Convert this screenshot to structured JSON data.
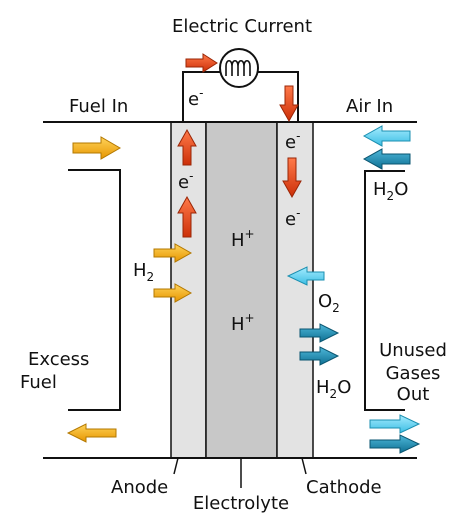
{
  "labels": {
    "electric_current": "Electric Current",
    "fuel_in": "Fuel In",
    "air_in": "Air In",
    "excess_fuel_1": "Excess",
    "excess_fuel_2": "Fuel",
    "unused_gases_1": "Unused",
    "unused_gases_2": "Gases",
    "unused_gases_3": "Out",
    "anode": "Anode",
    "electrolyte": "Electrolyte",
    "cathode": "Cathode"
  },
  "species": {
    "electron": {
      "base": "e",
      "sup": "-"
    },
    "proton": {
      "base": "H",
      "sup": "+"
    },
    "hydrogen": {
      "base": "H",
      "sub": "2"
    },
    "oxygen": {
      "base": "O",
      "sub": "2"
    },
    "water": {
      "base": "H",
      "sub": "2",
      "tail": "O"
    }
  },
  "colors": {
    "electron_arrow": "#e0461b",
    "fuel_arrow": "#f2a71b",
    "air_arrow": "#5fd0ee",
    "water_arrow": "#1e8fb3",
    "electrode_fill": "#e3e3e3",
    "electrolyte_fill": "#c8c8c8",
    "line": "#111111"
  }
}
